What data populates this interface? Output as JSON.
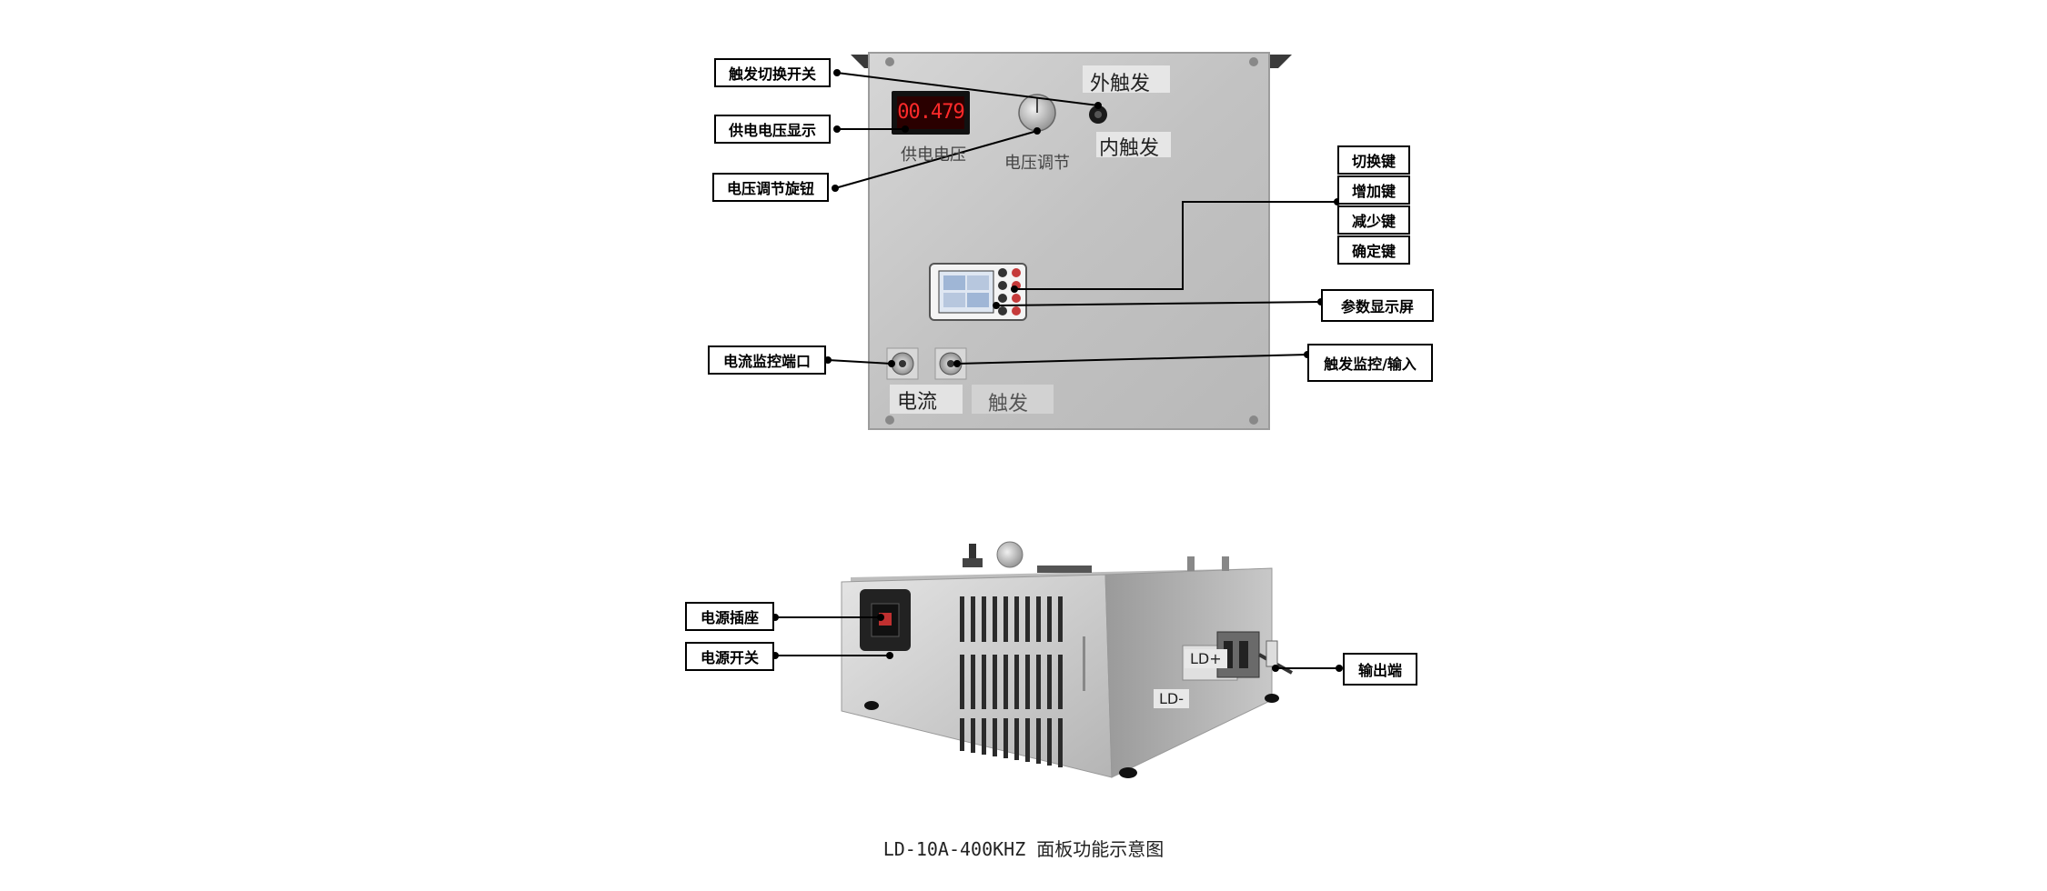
{
  "front_panel": {
    "labels": {
      "ext_trigger": "外触发",
      "int_trigger": "内触发",
      "supply_voltage": "供电电压",
      "voltage_adjust": "电压调节",
      "current": "电流",
      "trigger": "触发"
    },
    "voltmeter_reading": "00.479"
  },
  "rear_panel": {
    "labels": {
      "ld_plus": "LD+",
      "ld_minus": "LD-"
    }
  },
  "callouts": {
    "trigger_switch": "触发切换开关",
    "supply_voltage_display": "供电电压显示",
    "voltage_knob": "电压调节旋钮",
    "switch_key": "切换键",
    "increase_key": "增加键",
    "decrease_key": "减少键",
    "confirm_key": "确定键",
    "param_display": "参数显示屏",
    "current_monitor_port": "电流监控端口",
    "trigger_monitor_input": "触发监控/输入",
    "power_socket": "电源插座",
    "power_switch": "电源开关",
    "output_port": "输出端"
  },
  "caption": "LD-10A-400KHZ 面板功能示意图",
  "colors": {
    "panel_metal": "#c9c9c9",
    "led_red": "#ff2a2a",
    "callout_border": "#000000"
  }
}
